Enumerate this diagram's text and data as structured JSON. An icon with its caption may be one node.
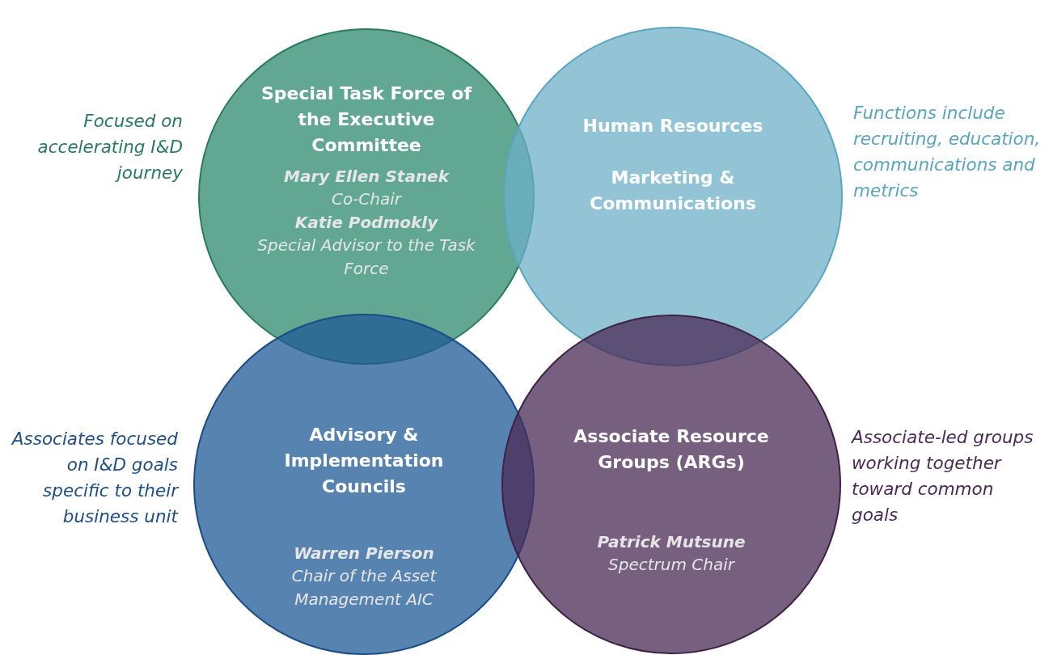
{
  "diagram": {
    "nodes": [
      {
        "text": [
          "Special Task Force of the Executive Committee",
          "Mary Ellen Stanek",
          "Co-Chair",
          "Katie Podmokly",
          "Special Advisor to the Task Force"
        ],
        "beside": [
          "Focused on accelerating I&D journey"
        ]
      },
      {
        "text": [
          "Human Resources",
          "Marketing & Communications"
        ],
        "beside": [
          "Functions include recruiting, education, communications and metrics"
        ]
      },
      {
        "text": [
          "Advisory & Implementation Councils",
          "Warren Pierson",
          "Chair of the Asset Management AIC"
        ],
        "beside": [
          "Associates focused on I&D goals specific to their business unit"
        ]
      },
      {
        "text": [
          "Associate Resource Groups (ARGs)",
          "Patrick Mutsune",
          "Spectrum Chair"
        ],
        "beside": [
          "Associate-led groups working together toward common goals"
        ]
      }
    ]
  }
}
